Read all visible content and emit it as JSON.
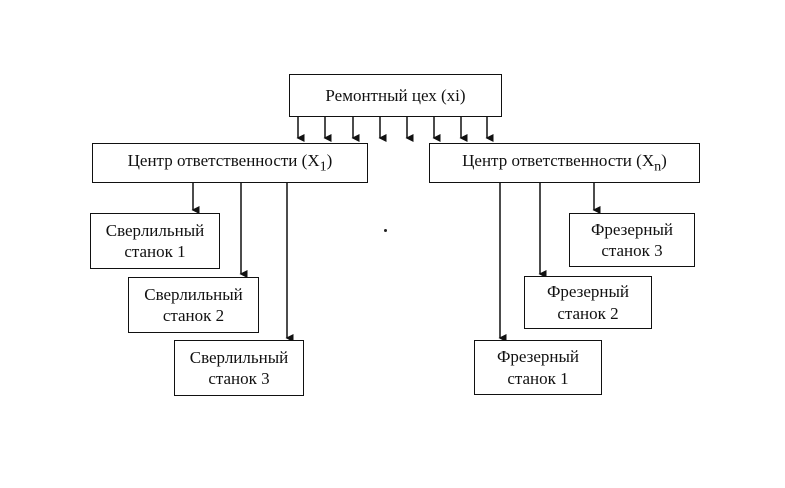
{
  "root": {
    "label": "Ремонтный цех (xi)"
  },
  "left_center": {
    "prefix": "Центр ответственности (",
    "var": "X",
    "sub": "1",
    "suffix": ")"
  },
  "right_center": {
    "prefix": "Центр ответственности (",
    "var": "X",
    "sub": "n",
    "suffix": ")"
  },
  "left_units": [
    {
      "line1": "Сверлильный",
      "line2": "станок 1"
    },
    {
      "line1": "Сверлильный",
      "line2": "станок 2"
    },
    {
      "line1": "Сверлильный",
      "line2": "станок 3"
    }
  ],
  "right_units": [
    {
      "line1": "Фрезерный",
      "line2": "станок 3"
    },
    {
      "line1": "Фрезерный",
      "line2": "станок 2"
    },
    {
      "line1": "Фрезерный",
      "line2": "станок 1"
    }
  ]
}
